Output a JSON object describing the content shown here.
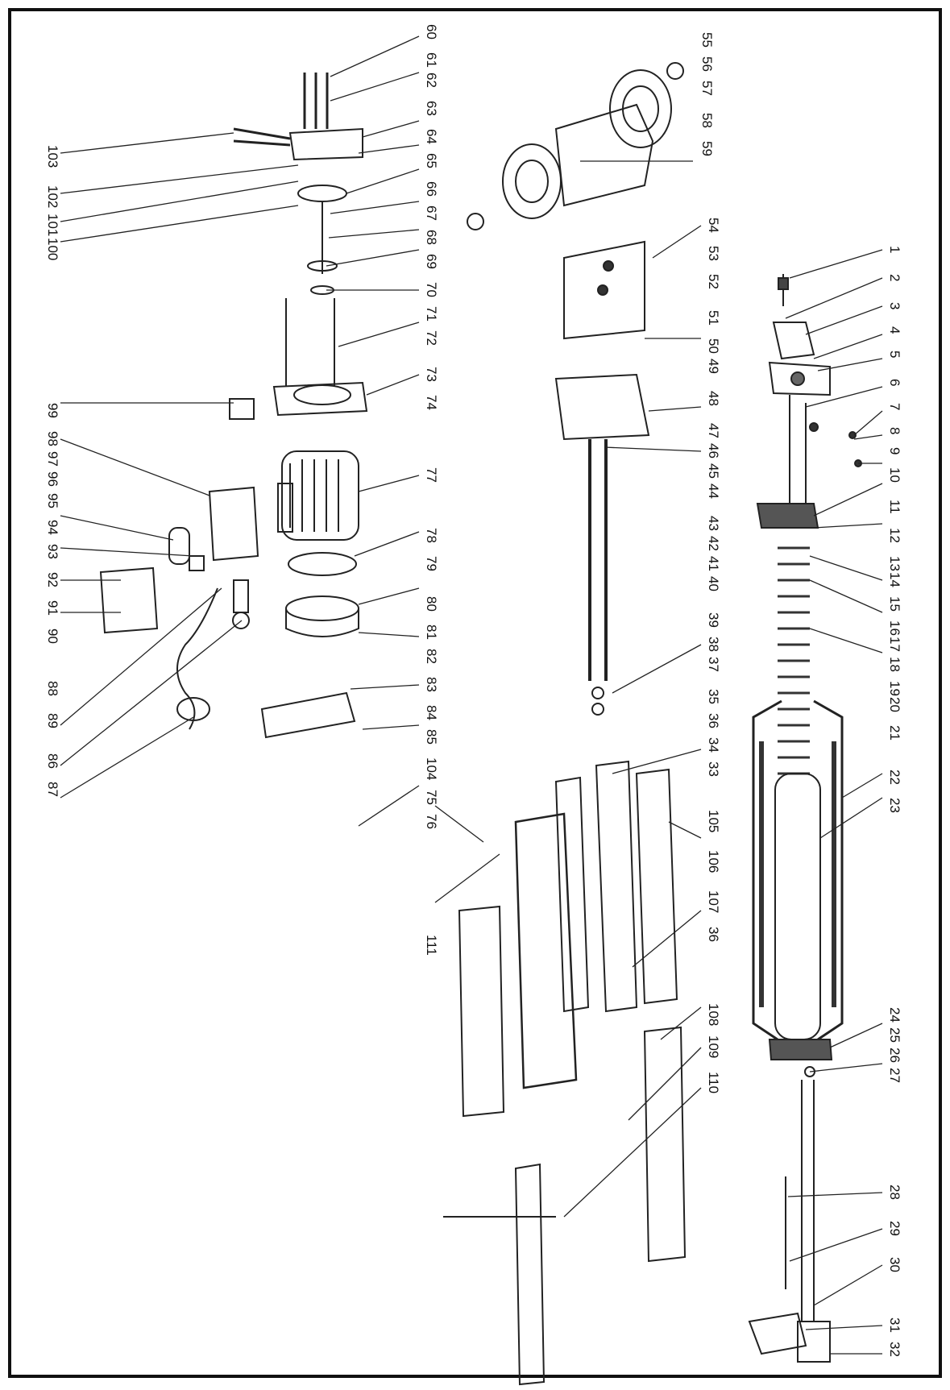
{
  "diagram": {
    "callouts": [
      {
        "id": "c1",
        "text": "1"
      },
      {
        "id": "c2",
        "text": "2"
      },
      {
        "id": "c3",
        "text": "3"
      },
      {
        "id": "c4",
        "text": "4"
      },
      {
        "id": "c5",
        "text": "5"
      },
      {
        "id": "c6",
        "text": "6"
      },
      {
        "id": "c7",
        "text": "7"
      },
      {
        "id": "c8",
        "text": "8"
      },
      {
        "id": "c9",
        "text": "9"
      },
      {
        "id": "c10",
        "text": "10"
      },
      {
        "id": "c11",
        "text": "11"
      },
      {
        "id": "c12",
        "text": "12"
      },
      {
        "id": "c13",
        "text": "13"
      },
      {
        "id": "c14",
        "text": "14"
      },
      {
        "id": "c15",
        "text": "15"
      },
      {
        "id": "c16",
        "text": "16"
      },
      {
        "id": "c17",
        "text": "17"
      },
      {
        "id": "c18",
        "text": "18"
      },
      {
        "id": "c19",
        "text": "19"
      },
      {
        "id": "c20",
        "text": "20"
      },
      {
        "id": "c21",
        "text": "21"
      },
      {
        "id": "c22",
        "text": "22"
      },
      {
        "id": "c23",
        "text": "23"
      },
      {
        "id": "c24",
        "text": "24"
      },
      {
        "id": "c25",
        "text": "25"
      },
      {
        "id": "c26",
        "text": "26"
      },
      {
        "id": "c27",
        "text": "27"
      },
      {
        "id": "c28",
        "text": "28"
      },
      {
        "id": "c29",
        "text": "29"
      },
      {
        "id": "c30",
        "text": "30"
      },
      {
        "id": "c31",
        "text": "31"
      },
      {
        "id": "c32",
        "text": "32"
      },
      {
        "id": "c33",
        "text": "33"
      },
      {
        "id": "c34",
        "text": "34"
      },
      {
        "id": "c35",
        "text": "35"
      },
      {
        "id": "c36",
        "text": "36"
      },
      {
        "id": "c36b",
        "text": "36"
      },
      {
        "id": "c37",
        "text": "37"
      },
      {
        "id": "c38",
        "text": "38"
      },
      {
        "id": "c39",
        "text": "39"
      },
      {
        "id": "c40",
        "text": "40"
      },
      {
        "id": "c41",
        "text": "41"
      },
      {
        "id": "c42",
        "text": "42"
      },
      {
        "id": "c43",
        "text": "43"
      },
      {
        "id": "c44",
        "text": "44"
      },
      {
        "id": "c45",
        "text": "45"
      },
      {
        "id": "c46",
        "text": "46"
      },
      {
        "id": "c47",
        "text": "47"
      },
      {
        "id": "c48",
        "text": "48"
      },
      {
        "id": "c49",
        "text": "49"
      },
      {
        "id": "c50",
        "text": "50"
      },
      {
        "id": "c51",
        "text": "51"
      },
      {
        "id": "c52",
        "text": "52"
      },
      {
        "id": "c53",
        "text": "53"
      },
      {
        "id": "c54",
        "text": "54"
      },
      {
        "id": "c55",
        "text": "55"
      },
      {
        "id": "c56",
        "text": "56"
      },
      {
        "id": "c57",
        "text": "57"
      },
      {
        "id": "c58",
        "text": "58"
      },
      {
        "id": "c59",
        "text": "59"
      },
      {
        "id": "c60",
        "text": "60"
      },
      {
        "id": "c61",
        "text": "61"
      },
      {
        "id": "c62",
        "text": "62"
      },
      {
        "id": "c63",
        "text": "63"
      },
      {
        "id": "c64",
        "text": "64"
      },
      {
        "id": "c65",
        "text": "65"
      },
      {
        "id": "c66",
        "text": "66"
      },
      {
        "id": "c67",
        "text": "67"
      },
      {
        "id": "c68",
        "text": "68"
      },
      {
        "id": "c69",
        "text": "69"
      },
      {
        "id": "c70",
        "text": "70"
      },
      {
        "id": "c71",
        "text": "71"
      },
      {
        "id": "c72",
        "text": "72"
      },
      {
        "id": "c73",
        "text": "73"
      },
      {
        "id": "c74",
        "text": "74"
      },
      {
        "id": "c75",
        "text": "75"
      },
      {
        "id": "c76",
        "text": "76"
      },
      {
        "id": "c77",
        "text": "77"
      },
      {
        "id": "c78",
        "text": "78"
      },
      {
        "id": "c79",
        "text": "79"
      },
      {
        "id": "c80",
        "text": "80"
      },
      {
        "id": "c81",
        "text": "81"
      },
      {
        "id": "c82",
        "text": "82"
      },
      {
        "id": "c83",
        "text": "83"
      },
      {
        "id": "c84",
        "text": "84"
      },
      {
        "id": "c85",
        "text": "85"
      },
      {
        "id": "c86",
        "text": "86"
      },
      {
        "id": "c87",
        "text": "87"
      },
      {
        "id": "c88",
        "text": "88"
      },
      {
        "id": "c89",
        "text": "89"
      },
      {
        "id": "c90",
        "text": "90"
      },
      {
        "id": "c91",
        "text": "91"
      },
      {
        "id": "c92",
        "text": "92"
      },
      {
        "id": "c93",
        "text": "93"
      },
      {
        "id": "c94",
        "text": "94"
      },
      {
        "id": "c95",
        "text": "95"
      },
      {
        "id": "c96",
        "text": "96"
      },
      {
        "id": "c97",
        "text": "97"
      },
      {
        "id": "c98",
        "text": "98"
      },
      {
        "id": "c99",
        "text": "99"
      },
      {
        "id": "c100",
        "text": "100"
      },
      {
        "id": "c101",
        "text": "101"
      },
      {
        "id": "c102",
        "text": "102"
      },
      {
        "id": "c103",
        "text": "103"
      },
      {
        "id": "c104",
        "text": "104"
      },
      {
        "id": "c105",
        "text": "105"
      },
      {
        "id": "c106",
        "text": "106"
      },
      {
        "id": "c107",
        "text": "107"
      },
      {
        "id": "c108",
        "text": "108"
      },
      {
        "id": "c109",
        "text": "109"
      },
      {
        "id": "c110",
        "text": "110"
      },
      {
        "id": "c111",
        "text": "111"
      }
    ]
  }
}
